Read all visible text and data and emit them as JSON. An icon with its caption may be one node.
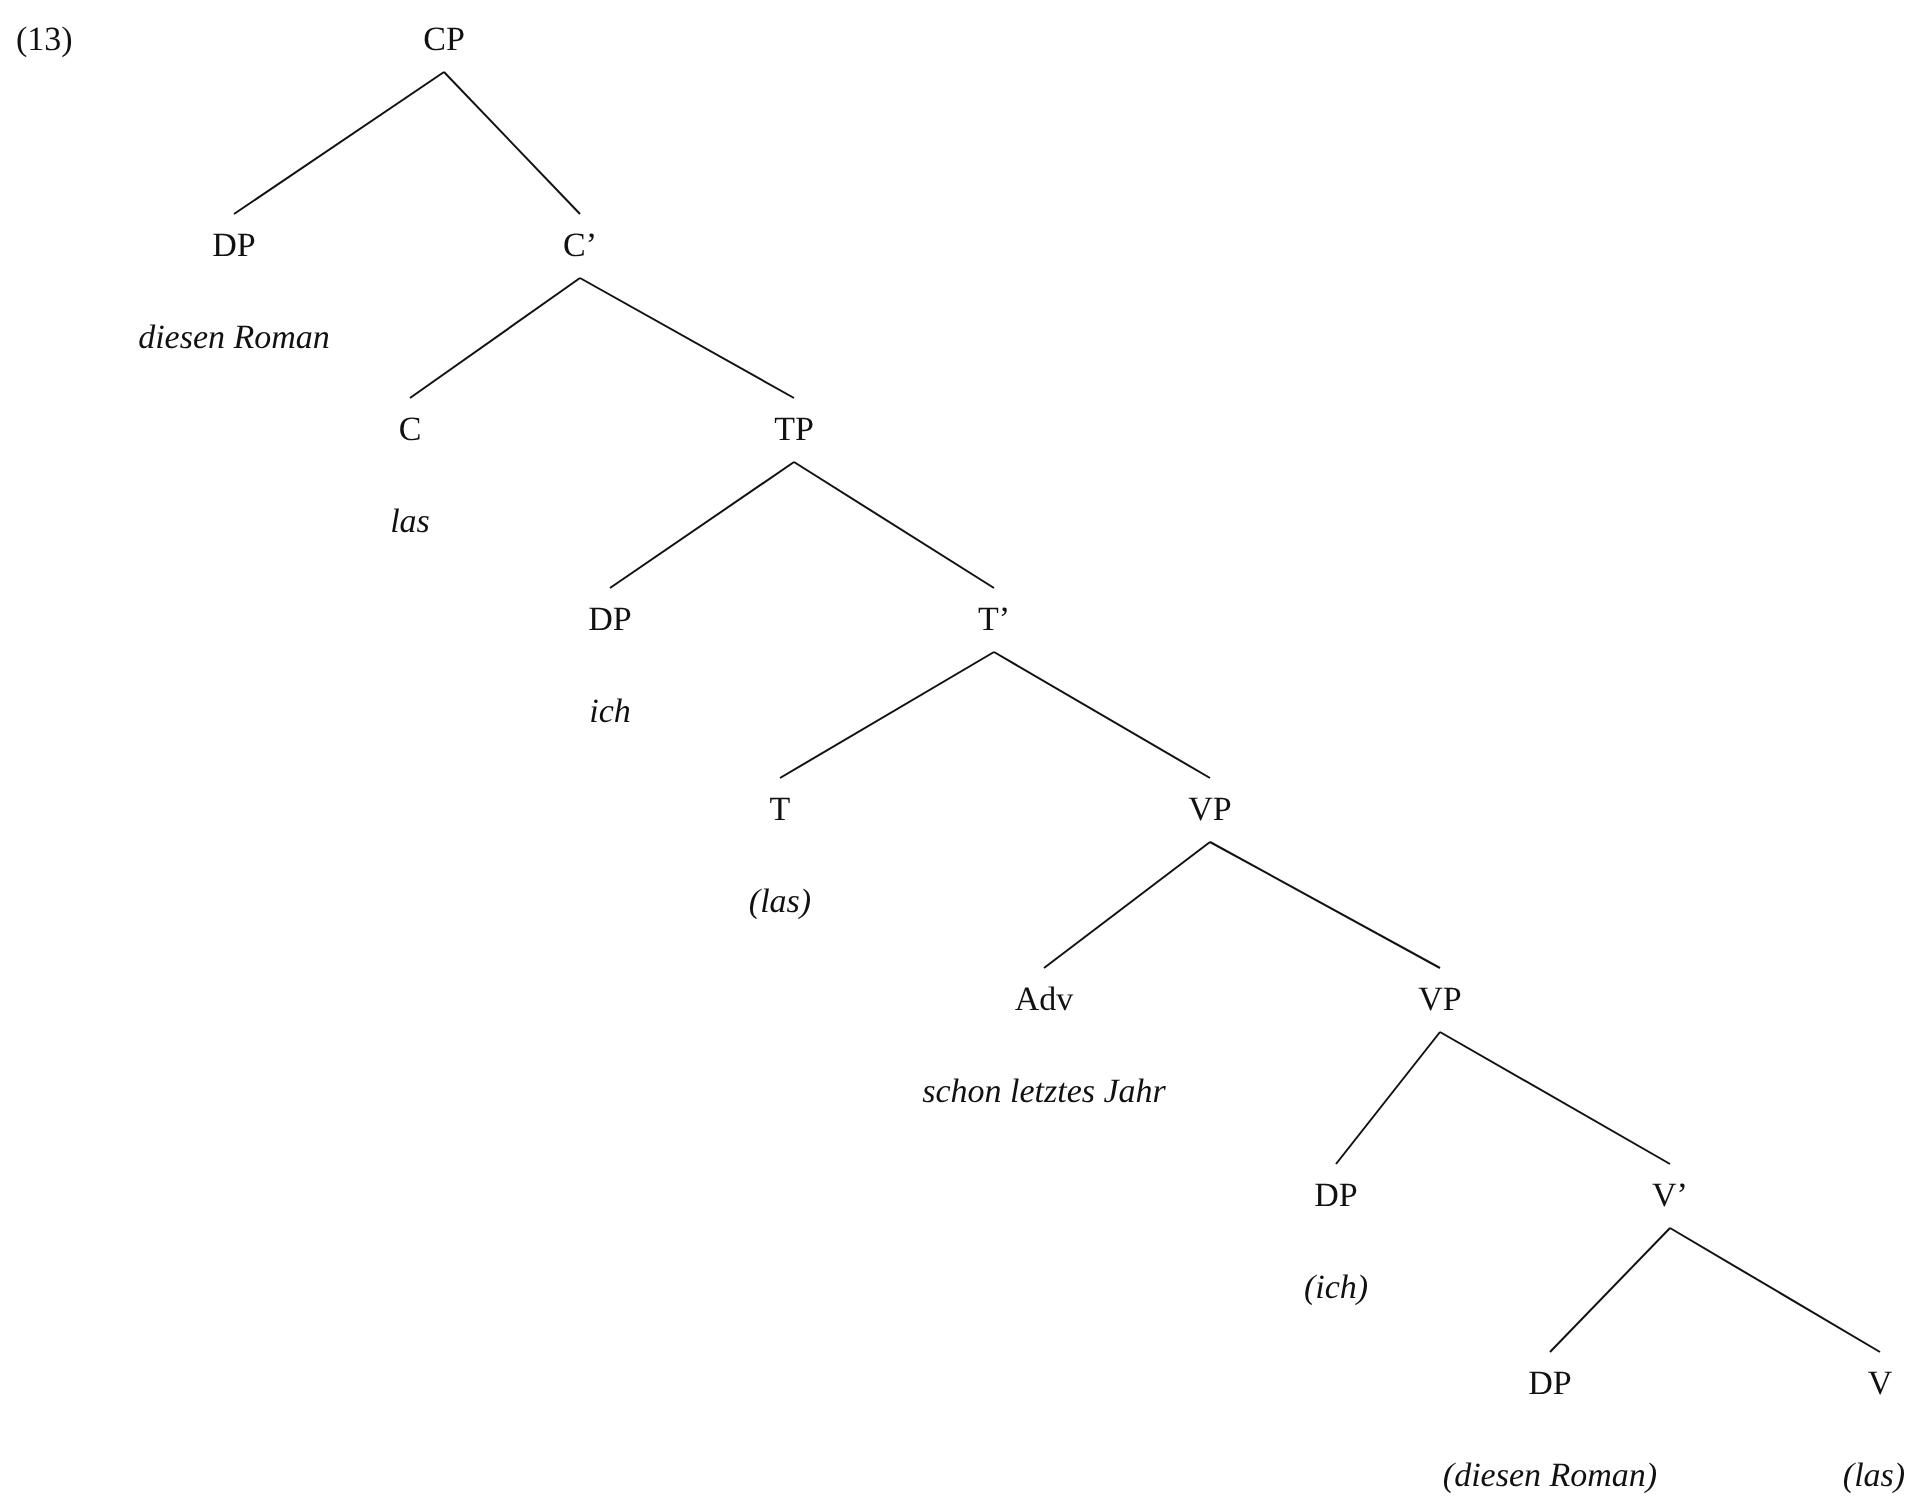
{
  "diagram": {
    "nodes": [
      {
        "text": [
          "CP"
        ]
      },
      {
        "text": [
          "DP"
        ],
        "beside": [
          "diesen Roman"
        ]
      },
      {
        "text": [
          "C’"
        ]
      },
      {
        "text": [
          "C"
        ],
        "beside": [
          "las"
        ]
      },
      {
        "text": [
          "TP"
        ]
      },
      {
        "text": [
          "DP"
        ],
        "beside": [
          "ich"
        ]
      },
      {
        "text": [
          "T’"
        ]
      },
      {
        "text": [
          "T"
        ],
        "beside": [
          "(las)"
        ]
      },
      {
        "text": [
          "VP"
        ]
      },
      {
        "text": [
          "Adv"
        ],
        "beside": [
          "schon letztes Jahr"
        ]
      },
      {
        "text": [
          "VP"
        ]
      },
      {
        "text": [
          "DP"
        ],
        "beside": [
          "(ich)"
        ]
      },
      {
        "text": [
          "V’"
        ]
      },
      {
        "text": [
          "DP"
        ],
        "beside": [
          "(diesen Roman)"
        ]
      },
      {
        "text": [
          "V"
        ],
        "beside": [
          "(las)"
        ]
      }
    ],
    "edges": [
      {
        "from": 0,
        "to": 1,
        "arrow": "none"
      },
      {
        "from": 0,
        "to": 2,
        "arrow": "none"
      },
      {
        "from": 2,
        "to": 3,
        "arrow": "none"
      },
      {
        "from": 2,
        "to": 4,
        "arrow": "none"
      },
      {
        "from": 4,
        "to": 5,
        "arrow": "none"
      },
      {
        "from": 4,
        "to": 6,
        "arrow": "none"
      },
      {
        "from": 6,
        "to": 7,
        "arrow": "none"
      },
      {
        "from": 6,
        "to": 8,
        "arrow": "none"
      },
      {
        "from": 8,
        "to": 9,
        "arrow": "none"
      },
      {
        "from": 8,
        "to": 10,
        "arrow": "none"
      },
      {
        "from": 10,
        "to": 11,
        "arrow": "none"
      },
      {
        "from": 10,
        "to": 12,
        "arrow": "none"
      },
      {
        "from": 12,
        "to": 13,
        "arrow": "none"
      },
      {
        "from": 12,
        "to": 14,
        "arrow": "none"
      }
    ],
    "labels": [
      "(13)"
    ]
  }
}
